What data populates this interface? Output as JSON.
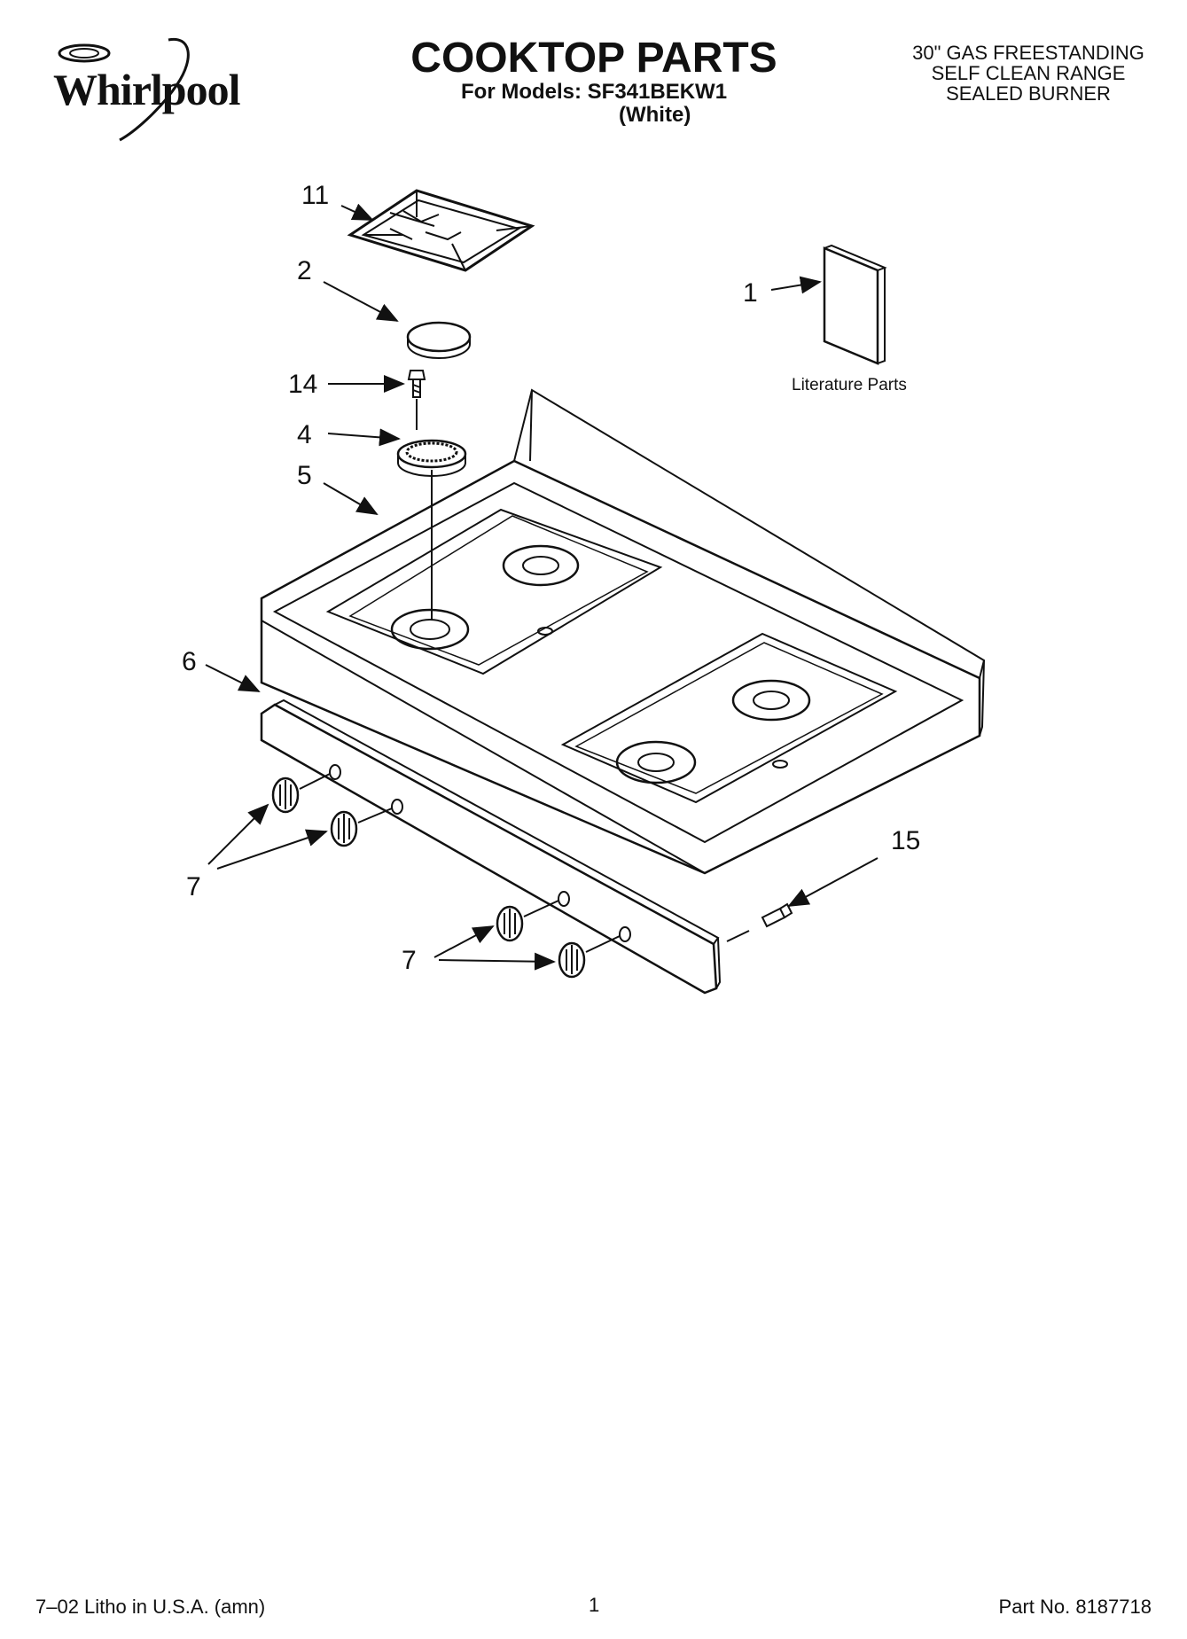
{
  "header": {
    "brand": "Whirlpool",
    "title": "COOKTOP PARTS",
    "models_line": "For Models: SF341BEKW1",
    "color_line": "(White)",
    "description": [
      "30\" GAS FREESTANDING",
      "SELF CLEAN RANGE",
      "SEALED BURNER"
    ]
  },
  "callouts": {
    "c11": "11",
    "c2": "2",
    "c14": "14",
    "c4": "4",
    "c5": "5",
    "c1": "1",
    "c6": "6",
    "c7a": "7",
    "c7b": "7",
    "c15": "15"
  },
  "literature_label": "Literature Parts",
  "footer": {
    "left": "7–02 Litho in U.S.A. (amn)",
    "page": "1",
    "part_no": "Part No. 8187718"
  }
}
